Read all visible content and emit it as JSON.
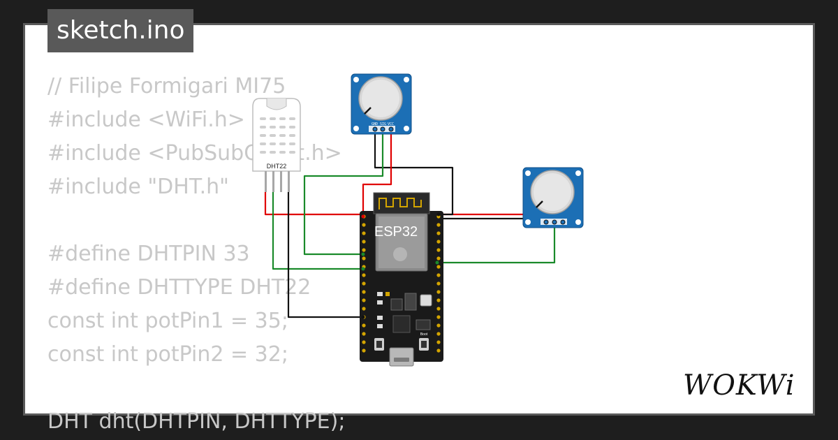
{
  "tab": {
    "title": "sketch.ino"
  },
  "code": {
    "lines": [
      "// Filipe Formigari MI75",
      "#include <WiFi.h>",
      "#include <PubSubClient.h>",
      "#include \"DHT.h\"",
      "",
      "#define DHTPIN 33",
      "#define DHTTYPE DHT22",
      "const int potPin1 = 35;",
      "const int potPin2 = 32;",
      "",
      "DHT dht(DHTPIN, DHTTYPE);"
    ]
  },
  "components": {
    "dht_label": "DHT22",
    "board_label": "ESP32",
    "boot_label": "Boot",
    "pot_pins": [
      "GND",
      "SIG",
      "VCC"
    ]
  },
  "brand": {
    "name": "WOKWi"
  },
  "colors": {
    "wire_red": "#e00000",
    "wire_green": "#1a8a2a",
    "wire_black": "#111111",
    "pot_board": "#1c6fb5",
    "board": "#1a1a1a"
  }
}
